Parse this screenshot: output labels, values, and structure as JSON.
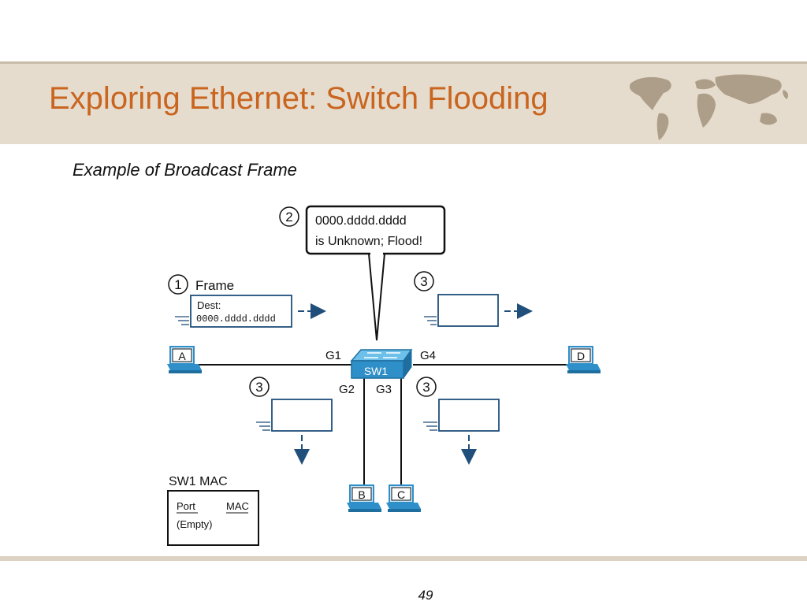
{
  "slide": {
    "title": "Exploring Ethernet: Switch Flooding",
    "subtitle": "Example of Broadcast Frame",
    "page_number": "49"
  },
  "diagram": {
    "callout": {
      "step": "2",
      "line1": "0000.dddd.dddd",
      "line2": "is Unknown; Flood!"
    },
    "frame": {
      "step": "1",
      "label": "Frame",
      "dest_label": "Dest:",
      "dest_value": "0000.dddd.dddd"
    },
    "flood_step": "3",
    "switch": {
      "label": "SW1",
      "ports": {
        "g1": "G1",
        "g2": "G2",
        "g3": "G3",
        "g4": "G4"
      }
    },
    "hosts": {
      "a": "A",
      "b": "B",
      "c": "C",
      "d": "D"
    },
    "mac_table": {
      "title": "SW1 MAC",
      "col_port": "Port",
      "col_mac": "MAC",
      "empty": "(Empty)"
    },
    "colors": {
      "title": "#c9651f",
      "device_blue": "#2f8fc8",
      "arrow_blue": "#1f4f7a",
      "header_band": "#e6dccd"
    }
  }
}
